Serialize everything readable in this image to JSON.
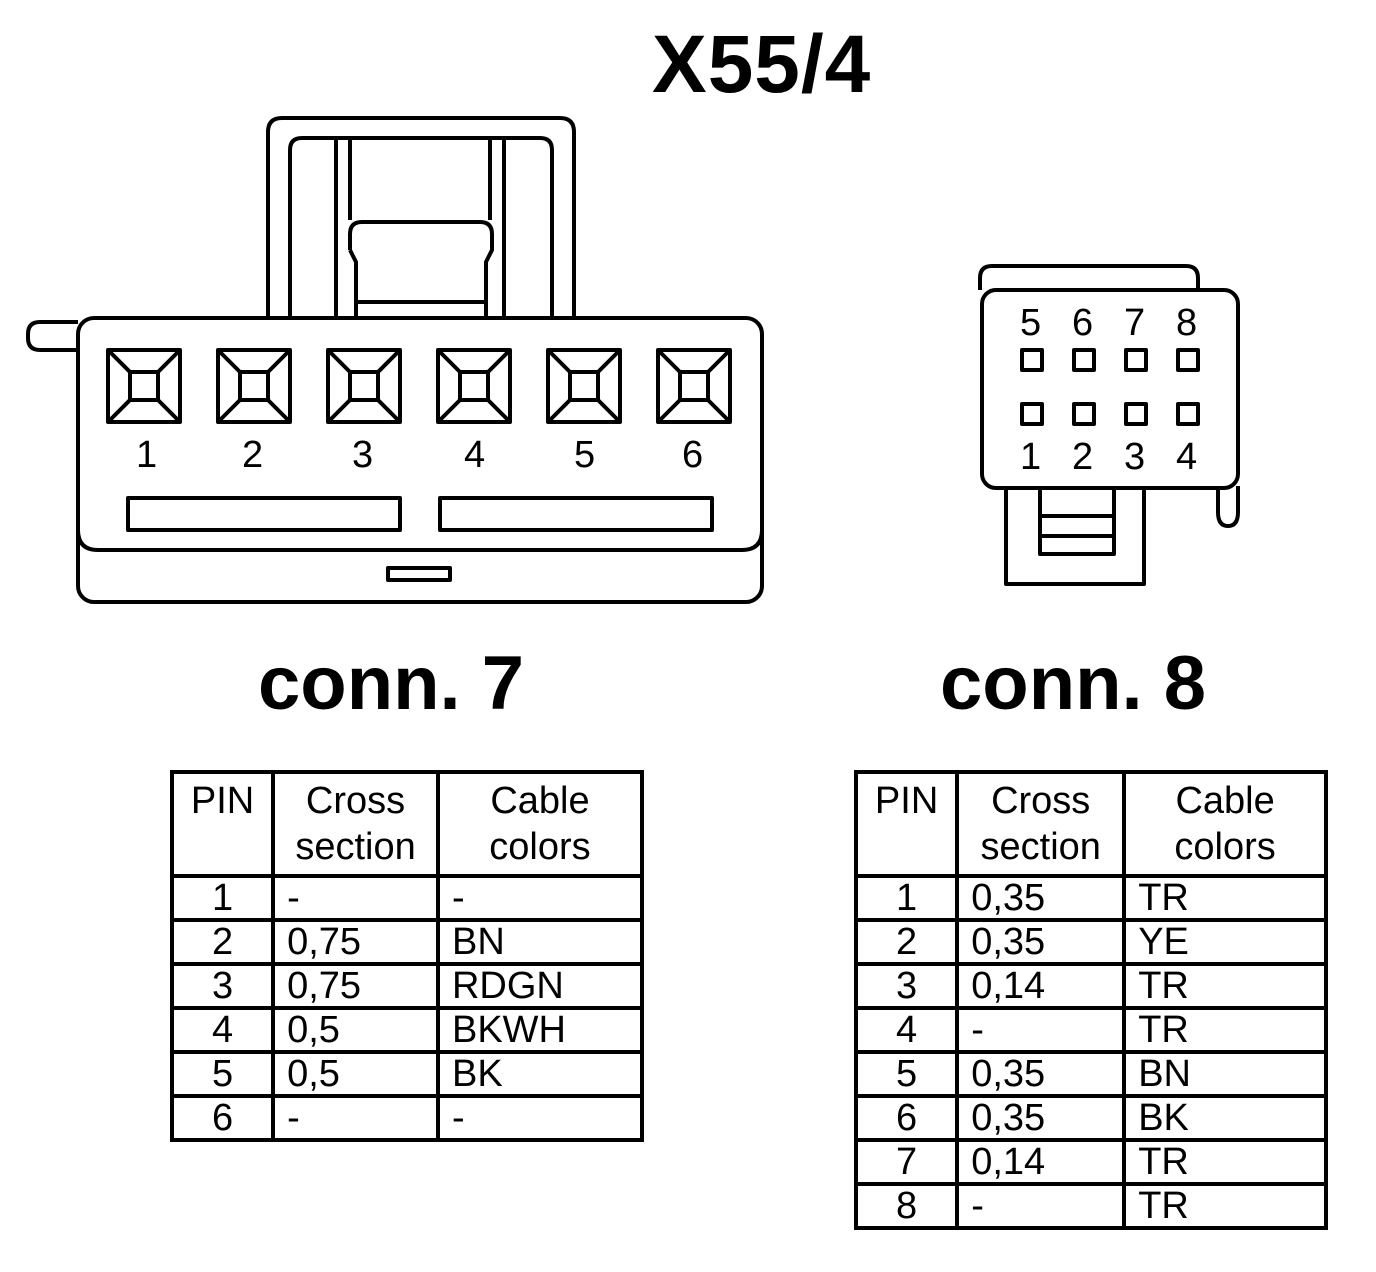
{
  "title": "X55/4",
  "connectors": [
    {
      "label": "conn. 7",
      "pin_numbers": [
        "1",
        "2",
        "3",
        "4",
        "5",
        "6"
      ],
      "table": {
        "headers": [
          "PIN",
          "Cross section",
          "Cable colors"
        ],
        "rows": [
          [
            "1",
            "-",
            "-"
          ],
          [
            "2",
            "0,75",
            "BN"
          ],
          [
            "3",
            "0,75",
            "RDGN"
          ],
          [
            "4",
            "0,5",
            "BKWH"
          ],
          [
            "5",
            "0,5",
            "BK"
          ],
          [
            "6",
            "-",
            "-"
          ]
        ]
      }
    },
    {
      "label": "conn. 8",
      "pin_numbers_top": [
        "5",
        "6",
        "7",
        "8"
      ],
      "pin_numbers_bottom": [
        "1",
        "2",
        "3",
        "4"
      ],
      "table": {
        "headers": [
          "PIN",
          "Cross section",
          "Cable colors"
        ],
        "rows": [
          [
            "1",
            "0,35",
            "TR"
          ],
          [
            "2",
            "0,35",
            "YE"
          ],
          [
            "3",
            "0,14",
            "TR"
          ],
          [
            "4",
            "-",
            "TR"
          ],
          [
            "5",
            "0,35",
            "BN"
          ],
          [
            "6",
            "0,35",
            "BK"
          ],
          [
            "7",
            "0,14",
            "TR"
          ],
          [
            "8",
            "-",
            "TR"
          ]
        ]
      }
    }
  ]
}
